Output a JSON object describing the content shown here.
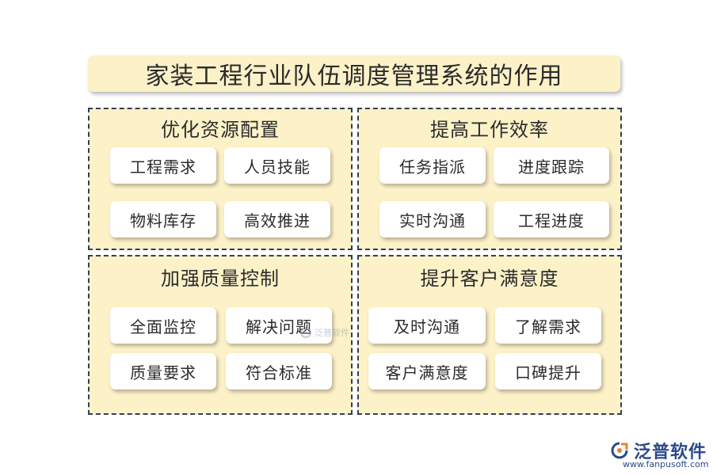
{
  "title": "家装工程行业队伍调度管理系统的作用",
  "panels": [
    {
      "title": "优化资源配置",
      "items": [
        "工程需求",
        "人员技能",
        "物料库存",
        "高效推进"
      ]
    },
    {
      "title": "提高工作效率",
      "items": [
        "任务指派",
        "进度跟踪",
        "实时沟通",
        "工程进度"
      ]
    },
    {
      "title": "加强质量控制",
      "items": [
        "全面监控",
        "解决问题",
        "质量要求",
        "符合标准"
      ]
    },
    {
      "title": "提升客户满意度",
      "items": [
        "及时沟通",
        "了解需求",
        "客户满意度",
        "口碑提升"
      ]
    }
  ],
  "watermark": "泛普软件",
  "logo": {
    "name": "泛普软件",
    "url": "www.fanpusoft.com"
  },
  "colors": {
    "panel_bg": "#fdf1c8",
    "border": "#2f3f5c",
    "logo_blue": "#2a4a8c",
    "logo_orange": "#e8812a"
  }
}
